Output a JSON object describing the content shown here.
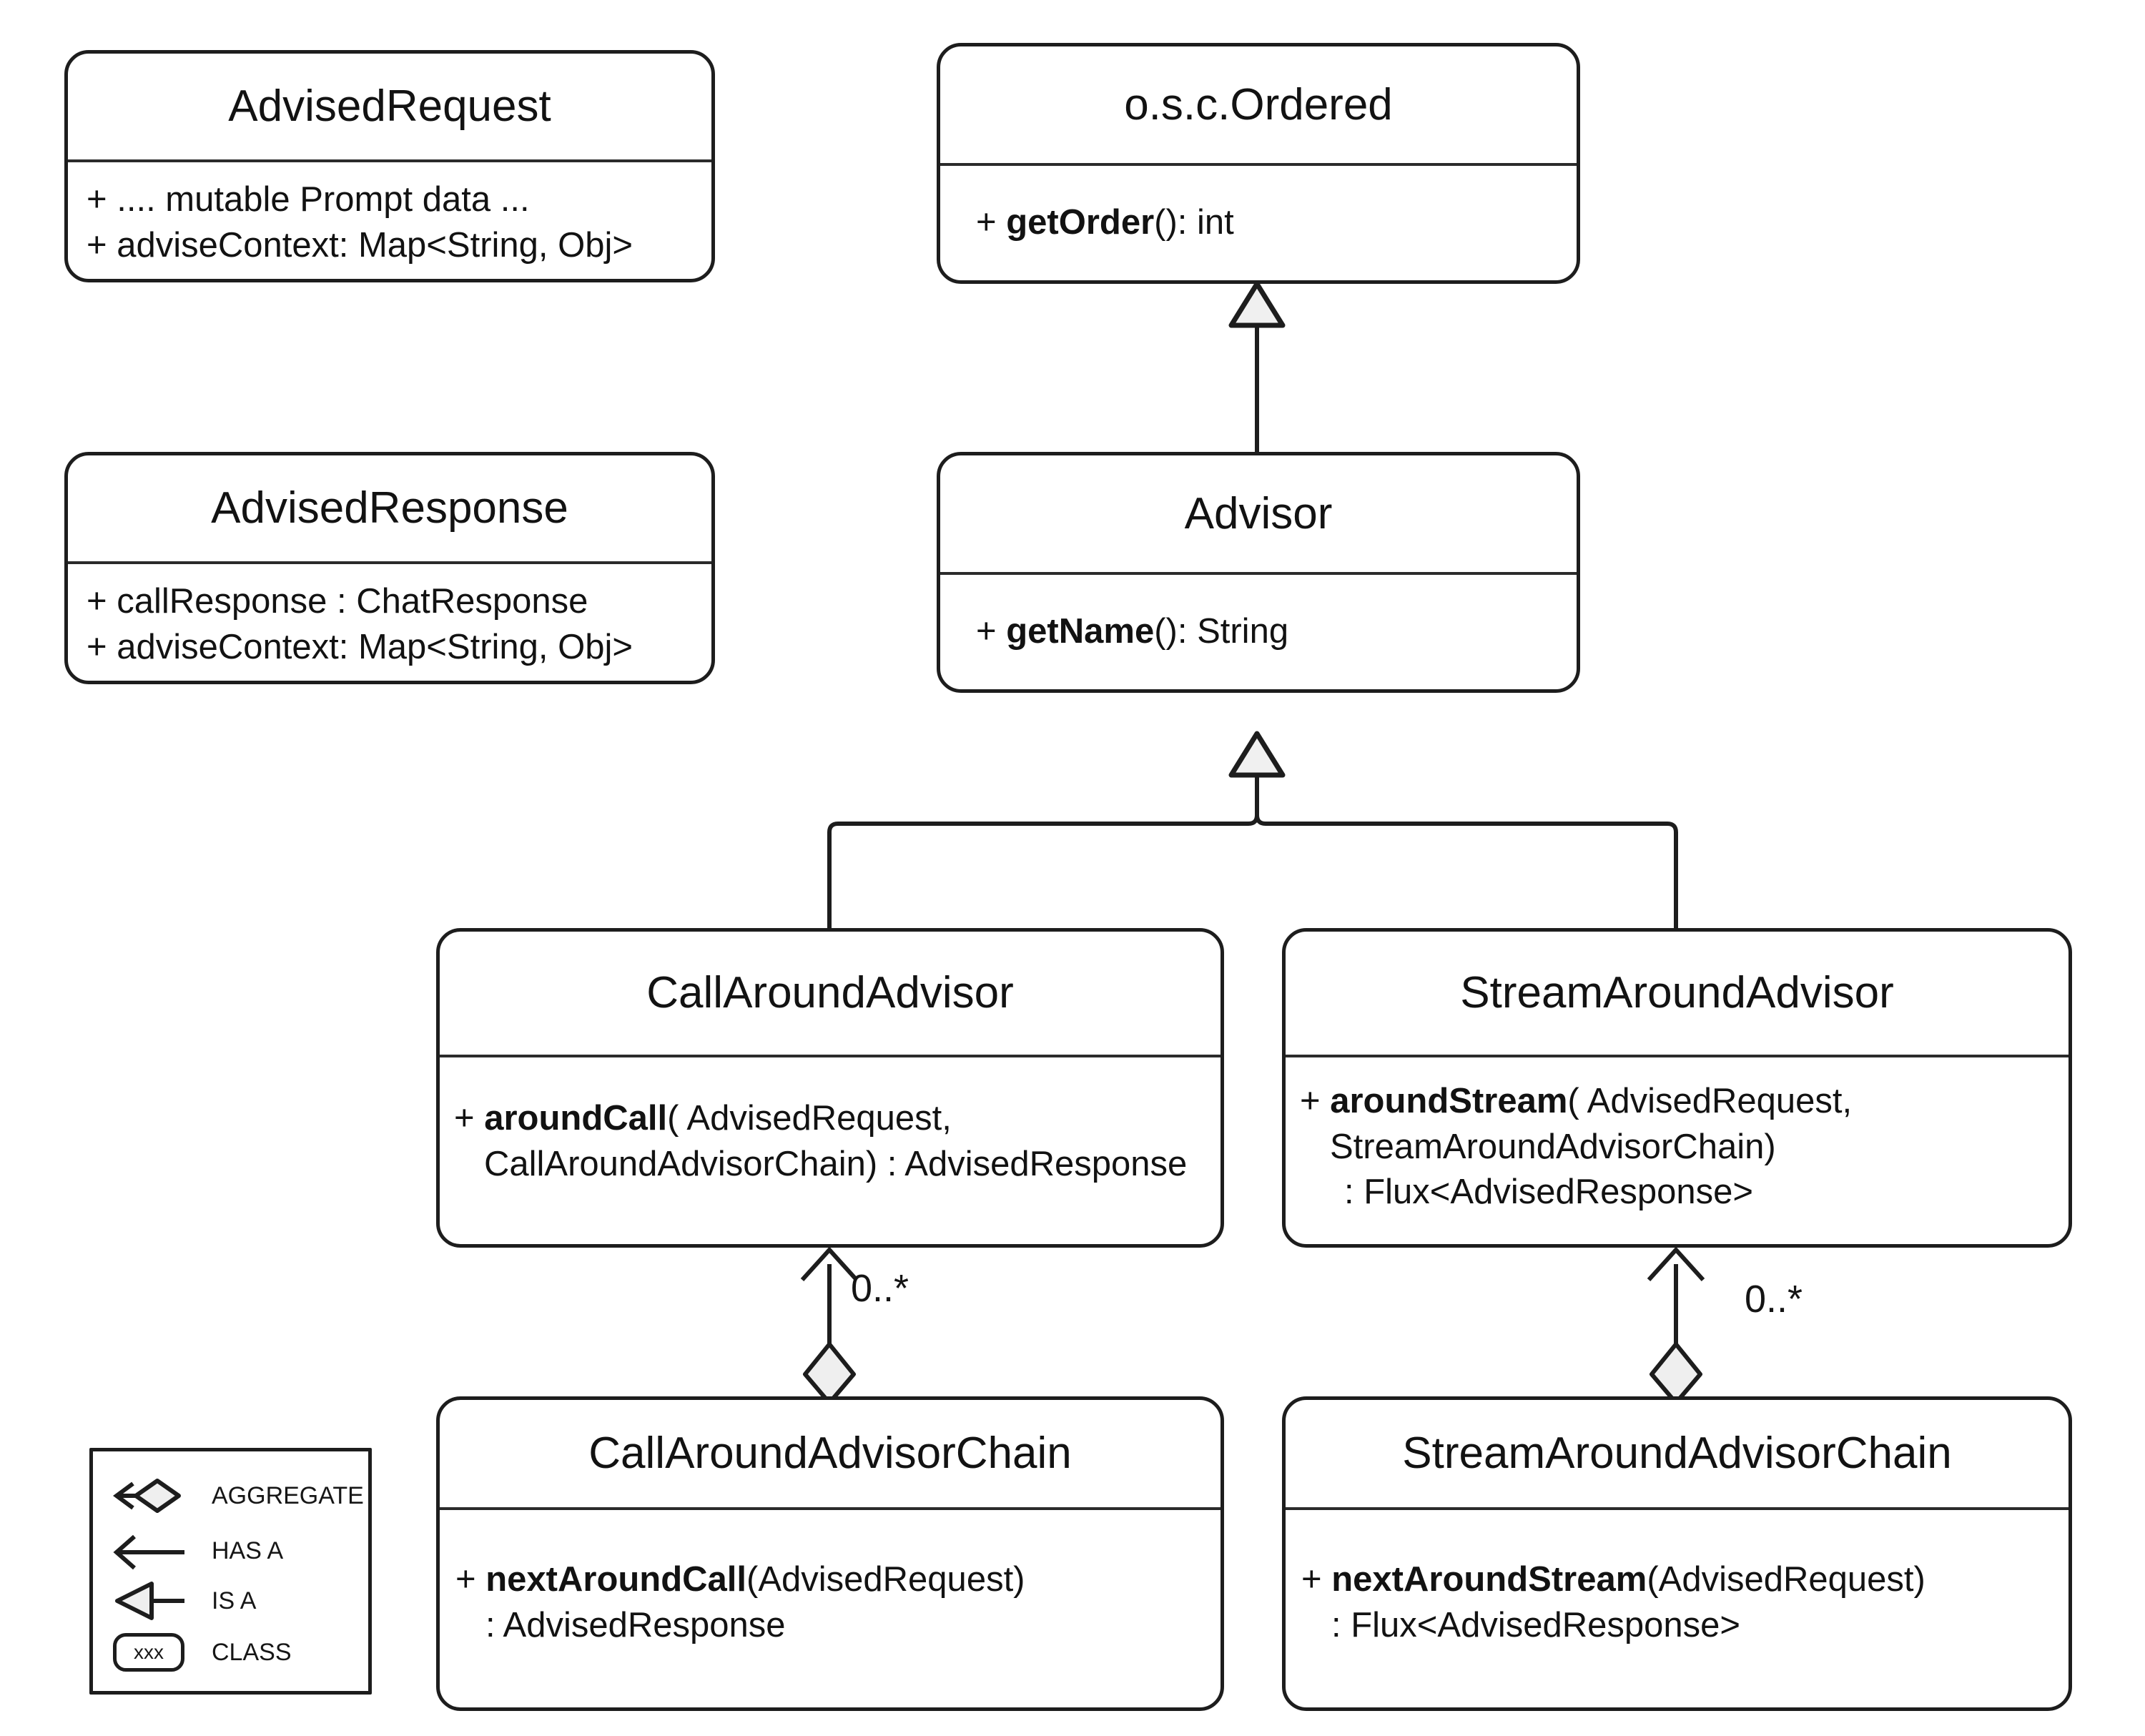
{
  "diagram": {
    "type": "uml-class-diagram",
    "background": "#ffffff",
    "line_color": "#1d1d1d",
    "fill_color": "#f0f0f0"
  },
  "classes": {
    "advised_request": {
      "name": "AdvisedRequest",
      "members": [
        "+ .... mutable Prompt data ...",
        "+ adviseContext: Map<String, Obj>"
      ]
    },
    "advised_response": {
      "name": "AdvisedResponse",
      "members": [
        "+ callResponse : ChatResponse",
        "+ adviseContext: Map<String, Obj>"
      ]
    },
    "ordered": {
      "name": "o.s.c.Ordered",
      "member_prefix": "+ ",
      "member_bold": "getOrder",
      "member_rest": "(): int"
    },
    "advisor": {
      "name": "Advisor",
      "member_prefix": "+ ",
      "member_bold": "getName",
      "member_rest": "(): String"
    },
    "call_around_advisor": {
      "name": "CallAroundAdvisor",
      "member_prefix": "+ ",
      "member_bold": "aroundCall",
      "member_rest": "( AdvisedRequest,",
      "member_line2": "CallAroundAdvisorChain) : AdvisedResponse"
    },
    "stream_around_advisor": {
      "name": "StreamAroundAdvisor",
      "member_prefix": "+ ",
      "member_bold": "aroundStream",
      "member_rest": "( AdvisedRequest,",
      "member_line2": "StreamAroundAdvisorChain)",
      "member_line3": ": Flux<AdvisedResponse>"
    },
    "call_around_advisor_chain": {
      "name": "CallAroundAdvisorChain",
      "member_prefix": "+ ",
      "member_bold": "nextAroundCall",
      "member_rest": "(AdvisedRequest)",
      "member_line2": ": AdvisedResponse"
    },
    "stream_around_advisor_chain": {
      "name": "StreamAroundAdvisorChain",
      "member_prefix": "+ ",
      "member_bold": "nextAroundStream",
      "member_rest": "(AdvisedRequest)",
      "member_line2": ": Flux<AdvisedResponse>"
    }
  },
  "relationships": {
    "advisor_is_a_ordered": {
      "kind": "generalization"
    },
    "call_advisor_is_a_advisor": {
      "kind": "generalization"
    },
    "stream_advisor_is_a_advisor": {
      "kind": "generalization"
    },
    "call_chain_aggregates_call_advisor": {
      "kind": "aggregation",
      "multiplicity": "0..*"
    },
    "stream_chain_aggregates_stream_advisor": {
      "kind": "aggregation",
      "multiplicity": "0..*"
    }
  },
  "legend": {
    "rows": [
      {
        "glyph": "aggregate-arrow-diamond-icon",
        "label": "AGGREGATE"
      },
      {
        "glyph": "has-a-arrow-icon",
        "label": "HAS A"
      },
      {
        "glyph": "is-a-triangle-arrow-icon",
        "label": "IS A"
      },
      {
        "glyph": "class-box-icon",
        "label": "CLASS",
        "sample_text": "xxx"
      }
    ]
  }
}
